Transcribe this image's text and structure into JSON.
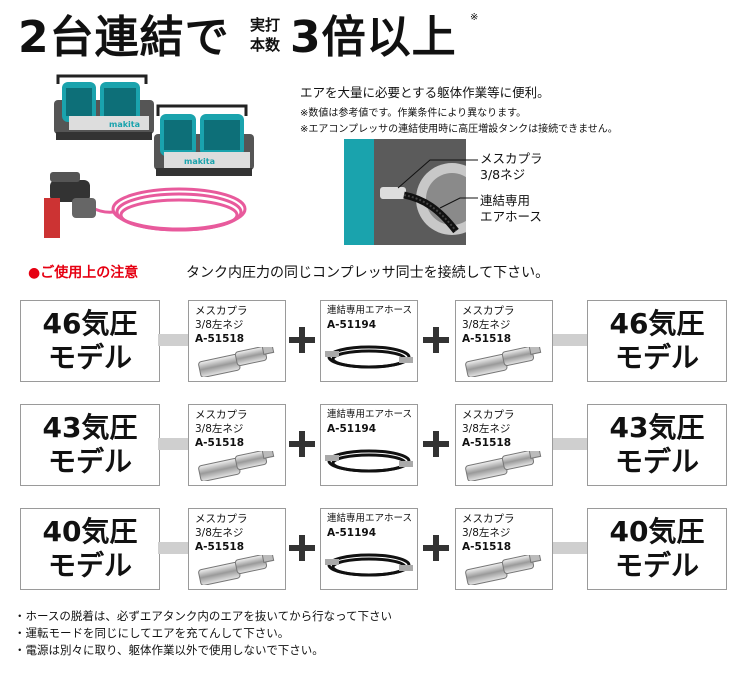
{
  "headline": {
    "part1": "2台連結で",
    "small_top": "実打",
    "small_bottom": "本数",
    "part2": "3倍以上",
    "mark": "※"
  },
  "intro": {
    "main": "エアを大量に必要とする躯体作業等に便利。",
    "note1": "※数値は参考値です。作業条件により異なります。",
    "note2": "※エアコンプレッサの連結使用時に高圧増設タンクは接続できません。"
  },
  "photo_labels": {
    "coupler_line1": "メスカプラ",
    "coupler_line2": "3/8ネジ",
    "hose_line1": "連結専用",
    "hose_line2": "エアホース",
    "brand": "makita"
  },
  "caution": {
    "label": "●ご使用上の注意",
    "text": "タンク内圧力の同じコンプレッサ同士を接続して下さい。"
  },
  "parts": {
    "coupler": {
      "line1": "メスカプラ",
      "line2": "3/8左ネジ",
      "code": "A-51518"
    },
    "hose": {
      "line1": "連結専用エアホース",
      "code": "A-51194"
    }
  },
  "rows": [
    {
      "model_line1": "46気圧",
      "model_line2": "モデル"
    },
    {
      "model_line1": "43気圧",
      "model_line2": "モデル"
    },
    {
      "model_line1": "40気圧",
      "model_line2": "モデル"
    }
  ],
  "footer": [
    "・ホースの脱着は、必ずエアタンク内のエアを抜いてから行なって下さい",
    "・運転モードを同じにしてエアを充てんして下さい。",
    "・電源は別々に取り、躯体作業以外で使用しないで下さい。"
  ],
  "colors": {
    "accent_red": "#e60012",
    "compressor_teal": "#1aa3ad",
    "hose_pink": "#e85a9c"
  }
}
